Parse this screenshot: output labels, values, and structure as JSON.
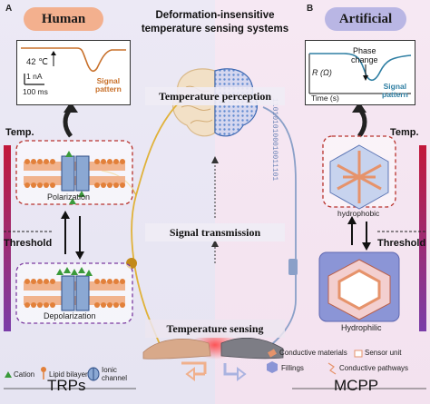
{
  "panel_letters": {
    "left": "A",
    "right": "B"
  },
  "badges": {
    "human": "Human",
    "artificial": "Artificial"
  },
  "title_line1": "Deformation-insensitive",
  "title_line2": "temperature sensing systems",
  "center_labels": {
    "perception": "Temperature perception",
    "transmission": "Signal transmission",
    "sensing": "Temperature sensing"
  },
  "human_plot": {
    "temp_label": "42 ℃",
    "current_scale": "1 nA",
    "time_scale": "100 ms",
    "signal_label_line1": "Signal",
    "signal_label_line2": "pattern"
  },
  "art_plot": {
    "phase_line1": "Phase",
    "phase_line2": "change",
    "ylabel": "R (Ω)",
    "xlabel": "Time (s)",
    "signal_label_line1": "Signal",
    "signal_label_line2": "pattern"
  },
  "side_labels": {
    "temp_left": "Temp.",
    "temp_right": "Temp.",
    "threshold_left": "Threshold",
    "threshold_right": "Threshold"
  },
  "states": {
    "polarization": "Polarization",
    "depolarization": "Depolarization",
    "hydrophobic": "hydrophobic",
    "hydrophilic": "Hydrophilic"
  },
  "legend_left": {
    "cation": "Cation",
    "lipid": "Lipid bilayer",
    "ionic_line1": "Ionic",
    "ionic_line2": "channel"
  },
  "legend_right": {
    "conductive": "Conductive materials",
    "sensor": "Sensor unit",
    "fillings": "Fillings",
    "pathways": "Conductive pathways"
  },
  "bottom": {
    "left": "TRPs",
    "right": "MCPP"
  },
  "binary_text": "1101010100010011101",
  "colors": {
    "signal_orange": "#c8702a",
    "signal_blue": "#2f7fa3",
    "dashed_red": "#b8322c",
    "dashed_purple": "#7b3aa0",
    "membrane_orange": "#e2803a",
    "nerve_yellow": "#e0b23a",
    "cable_blue": "#8aa0c8",
    "bar_top": "#c2183a",
    "bar_bottom": "#7a3da8"
  }
}
